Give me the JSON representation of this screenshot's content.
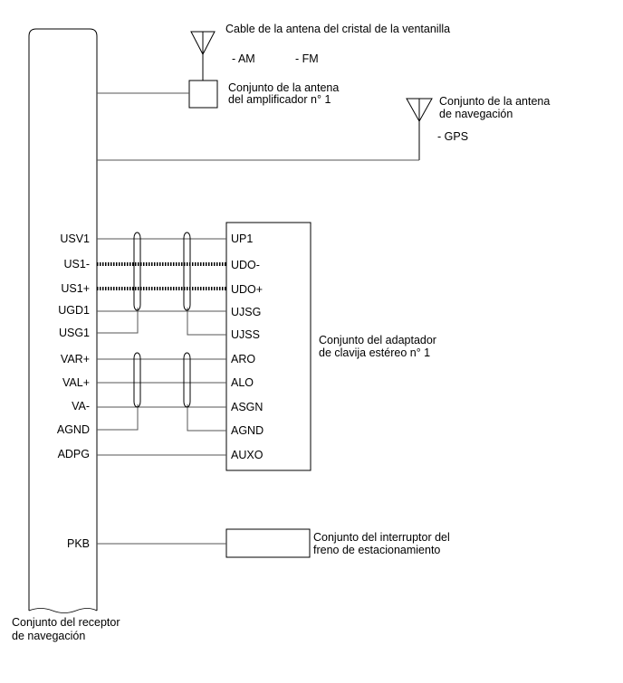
{
  "receiver": {
    "label_line1": "Conjunto del receptor",
    "label_line2": "de navegación",
    "pins": [
      "USV1",
      "US1-",
      "US1+",
      "UGD1",
      "USG1",
      "VAR+",
      "VAL+",
      "VA-",
      "AGND",
      "ADPG",
      "PKB"
    ]
  },
  "glass_antenna": {
    "label": "Cable de la antena del cristal de la ventanilla",
    "band_am": "- AM",
    "band_fm": "- FM"
  },
  "amplifier": {
    "label_line1": "Conjunto de la antena",
    "label_line2": "del amplificador n° 1"
  },
  "nav_antenna": {
    "label_line1": "Conjunto de la antena",
    "label_line2": "de navegación",
    "band": "- GPS"
  },
  "adapter": {
    "label_line1": "Conjunto del adaptador",
    "label_line2": "de clavija estéreo n° 1",
    "pins": [
      "UP1",
      "UDO-",
      "UDO+",
      "UJSG",
      "UJSS",
      "ARO",
      "ALO",
      "ASGN",
      "AGND",
      "AUXO"
    ]
  },
  "brake_switch": {
    "label_line1": "Conjunto del interruptor del",
    "label_line2": "freno de estacionamiento"
  }
}
